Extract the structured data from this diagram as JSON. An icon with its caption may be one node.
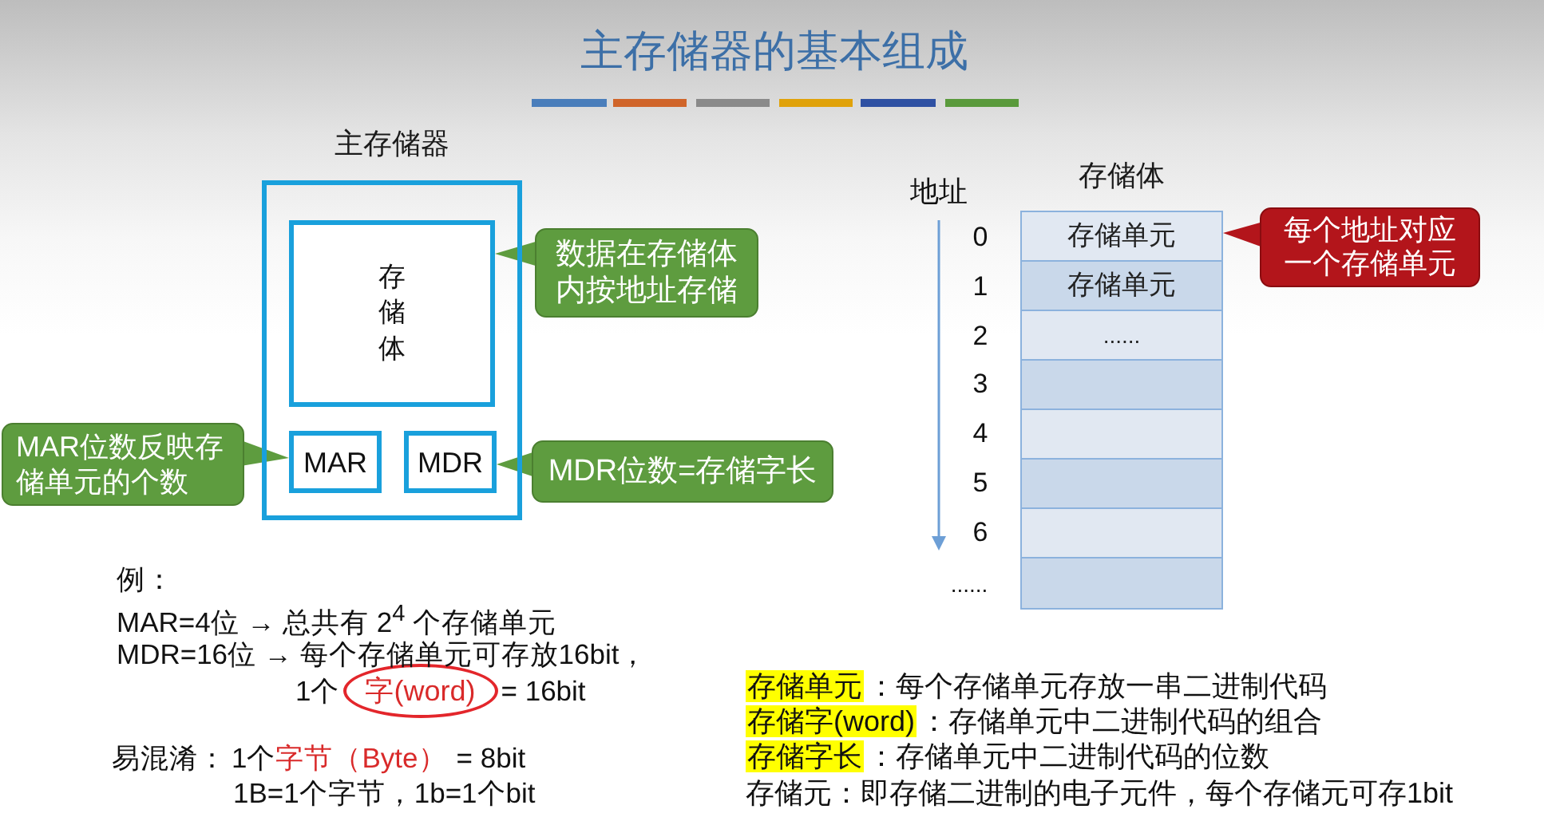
{
  "diagram": {
    "title": "主存储器的基本组成",
    "nodes": [
      {
        "text": [
          "主存储器"
        ]
      },
      {
        "text": [
          "存储体"
        ],
        "in": 0
      },
      {
        "text": [
          "MAR"
        ],
        "in": 0
      },
      {
        "text": [
          "MDR"
        ],
        "in": 0
      },
      {
        "text": [
          "数据在存储体内按地址存储"
        ]
      },
      {
        "text": [
          "MAR位数反映存储单元的个数"
        ]
      },
      {
        "text": [
          "MDR位数=存储字长"
        ]
      },
      {
        "text": [
          "存储体"
        ]
      },
      {
        "text": [
          "存储单元"
        ],
        "in": 7
      },
      {
        "text": [
          "存储单元"
        ],
        "in": 7
      },
      {
        "text": [
          "......"
        ],
        "in": 7
      },
      {
        "text": [],
        "shape": "box",
        "in": 7
      },
      {
        "text": [],
        "shape": "box",
        "in": 7
      },
      {
        "text": [],
        "shape": "box",
        "in": 7
      },
      {
        "text": [],
        "shape": "box",
        "in": 7
      },
      {
        "text": [],
        "shape": "box",
        "in": 7
      },
      {
        "text": [
          "每个地址对应一个存储单元"
        ]
      },
      {
        "text": [
          "字(word)"
        ],
        "beside": [
          "1个",
          "= 16bit"
        ]
      },
      {
        "text": [
          "存储单元"
        ],
        "beside": [
          "：每个存储单元存放一串二进制代码"
        ]
      },
      {
        "text": [
          "存储字(word)"
        ],
        "beside": [
          "：存储单元中二进制代码的组合"
        ]
      },
      {
        "text": [
          "存储字长"
        ],
        "beside": [
          "：存储单元中二进制代码的位数"
        ]
      }
    ],
    "edges": [
      {
        "from": 4,
        "to": 1,
        "arrow": "to"
      },
      {
        "from": 5,
        "to": 2,
        "arrow": "to"
      },
      {
        "from": 6,
        "to": 3,
        "arrow": "to"
      },
      {
        "from": 16,
        "to": 8,
        "arrow": "to",
        "color": "#b3151b"
      }
    ],
    "labels": [
      "地址",
      "0",
      "1",
      "2",
      "3",
      "4",
      "5",
      "6",
      "......",
      "例：",
      "MAR=4位 → 总共有 2$^{4}$ 个存储单元",
      "MDR=16位 → 每个存储单元可存放16bit，",
      "易混淆：",
      "1个",
      "字节（Byte）",
      "= 8bit",
      "1B=1个字节，1b=1个bit",
      "存储元：即存储二进制的电子元件，每个存储元可存1bit"
    ]
  }
}
